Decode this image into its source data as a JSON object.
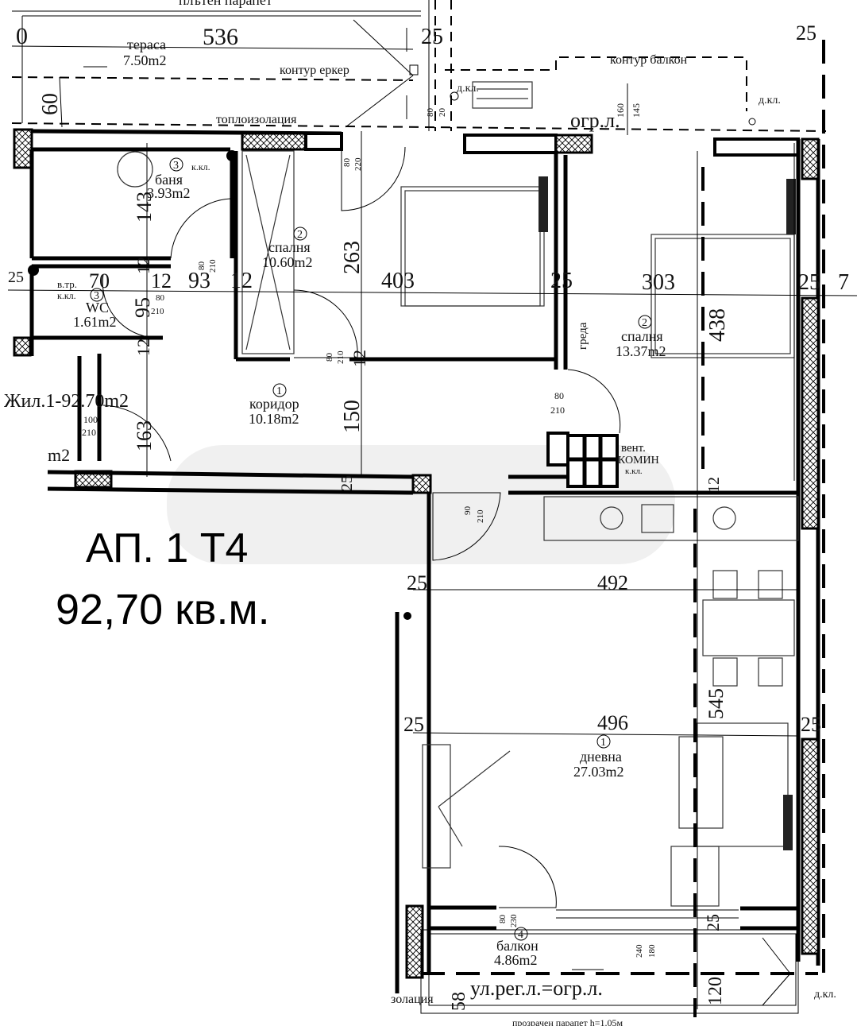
{
  "plan": {
    "title": "АП. 1 Т4",
    "area": "92,70 кв.м.",
    "unit_total": "Жил.1-92.70m2",
    "rooms": {
      "terrace": {
        "name": "тераса",
        "area": "7.50m2"
      },
      "bathroom": {
        "no": "3",
        "name": "баня",
        "area": "3.93m2"
      },
      "wc": {
        "no": "3",
        "name": "WC",
        "area": "1.61m2"
      },
      "bedroom_left": {
        "no": "2",
        "name": "спалня",
        "area": "10.60m2"
      },
      "bedroom_right": {
        "no": "2",
        "name": "спалня",
        "area": "13.37m2"
      },
      "corridor": {
        "no": "1",
        "name": "коридор",
        "area": "10.18m2"
      },
      "living": {
        "no": "1",
        "name": "дневна",
        "area": "27.03m2"
      },
      "balcony": {
        "no": "4",
        "name": "балкон",
        "area": "4.86m2"
      }
    },
    "notes": {
      "parapet_top": "плътен парапет",
      "bay_outline": "контур еркер",
      "insulation": "топлоизолация",
      "insulation_bottom": "золация",
      "balcony_outline": "контур балкон",
      "property_line": "огр.л.",
      "street_line": "ул.рег.л.=огр.л.",
      "drain_1": "д.кл.",
      "drain_2": "д.кл.",
      "drain_3": "д.кл.",
      "beam": "греда",
      "vent": "вент.",
      "chimney": "КОМИН",
      "inspection_1": "к.кл.",
      "inspection_2": "к.кл.",
      "inspection_3": "к.кл.",
      "water_pipe": "в.тр.",
      "m2_fragment": "m2",
      "parapet_bottom": "прозрачен парапет h=1.05м"
    },
    "dimensions": {
      "d536": "536",
      "d0": "0",
      "d60": "60",
      "d25a": "25",
      "d25b": "25",
      "d143": "143",
      "d263": "263",
      "d403": "403",
      "d25c": "25",
      "d303": "303",
      "d25d": "25",
      "d7": "7",
      "d438": "438",
      "d12a": "12",
      "d93": "93",
      "d12b": "12",
      "d70": "70",
      "d12c": "12",
      "d95": "95",
      "d12d": "12",
      "d12e": "12",
      "d150": "150",
      "d163": "163",
      "d25e": "25",
      "d12f": "12",
      "d492": "492",
      "d25f": "25",
      "d545": "545",
      "d496": "496",
      "d25g": "25",
      "d25h": "25",
      "d25i": "25",
      "d58": "58",
      "d120": "120",
      "d25j": "25",
      "d80s": "80",
      "d20s": "20",
      "d160": "160",
      "d145": "145"
    },
    "doors": [
      {
        "w": "80",
        "h": "220"
      },
      {
        "w": "80",
        "h": "210"
      },
      {
        "w": "80",
        "h": "210"
      },
      {
        "w": "80",
        "h": "210"
      },
      {
        "w": "80",
        "h": "210"
      },
      {
        "w": "100",
        "h": "210"
      },
      {
        "w": "90",
        "h": "210"
      },
      {
        "w": "80",
        "h": "230"
      },
      {
        "w": "240",
        "h": "180"
      }
    ]
  }
}
